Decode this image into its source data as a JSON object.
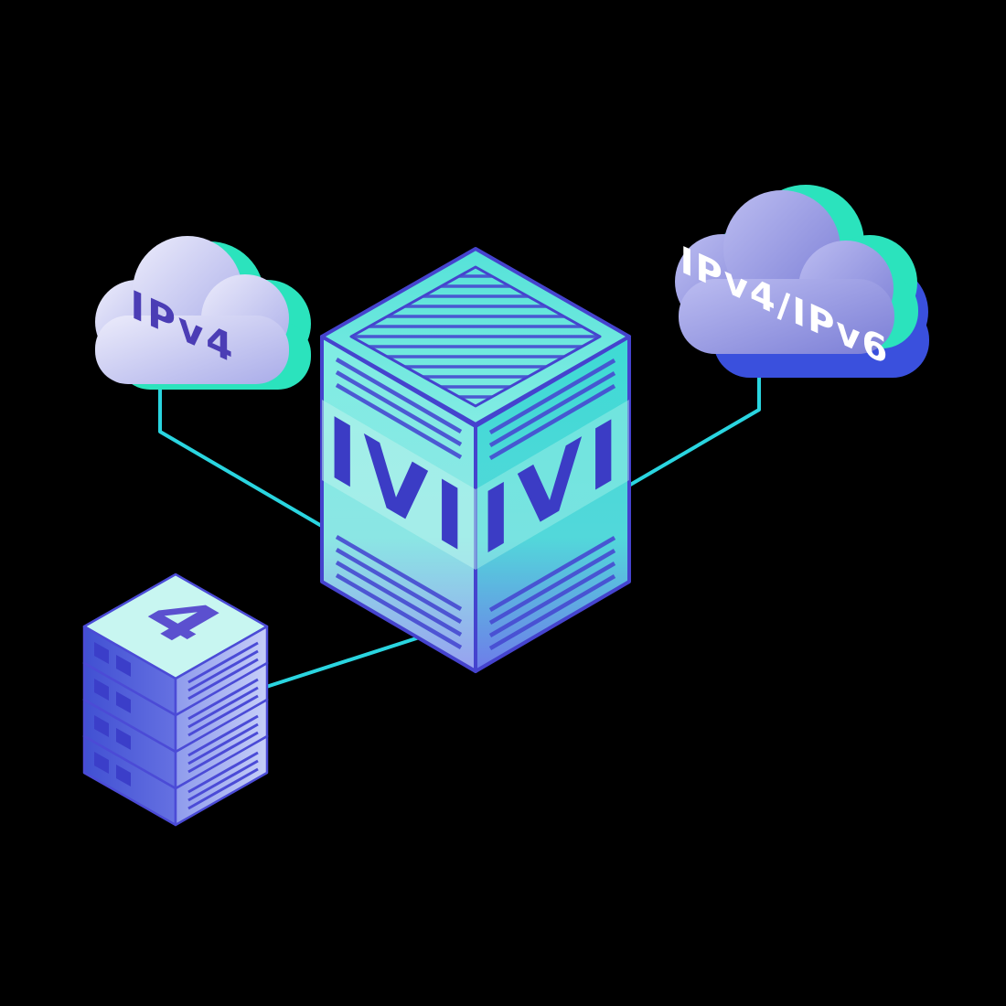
{
  "page": {
    "background_color": "#000000"
  },
  "diagram": {
    "left_cloud": {
      "label": "IPv4",
      "body_color": "#C9CBF1",
      "accent_color": "#2BE3BD",
      "label_color": "#4B3DB5"
    },
    "right_cloud": {
      "label": "IPv4/IPv6",
      "body_color": "#8E91DF",
      "accent_teal": "#2BE3BD",
      "accent_blue": "#3A50DD",
      "label_color": "#FFFFFF"
    },
    "translator_cube": {
      "left_face_label": "IVI",
      "right_face_label": "IVI",
      "teal_color": "#4FDFD7",
      "indigo_color": "#4543CE"
    },
    "server_stack": {
      "top_label": "4",
      "unit_count": 4
    },
    "connections": {
      "line_color": "#2AD5E0"
    }
  }
}
